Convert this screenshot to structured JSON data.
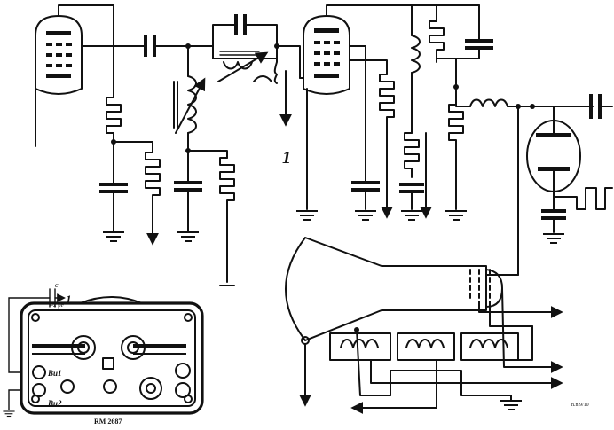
{
  "labels": {
    "out_marker_main": "1",
    "out_marker_device": "1",
    "cap_note_c": "c",
    "cap_note_value": "≈2 pF",
    "socket_1": "Bu1",
    "socket_2": "Bu2",
    "device_code": "RM 2687",
    "figure_code": "n.n.9/10"
  },
  "colors": {
    "ink": "#111111",
    "paper": "#ffffff"
  }
}
